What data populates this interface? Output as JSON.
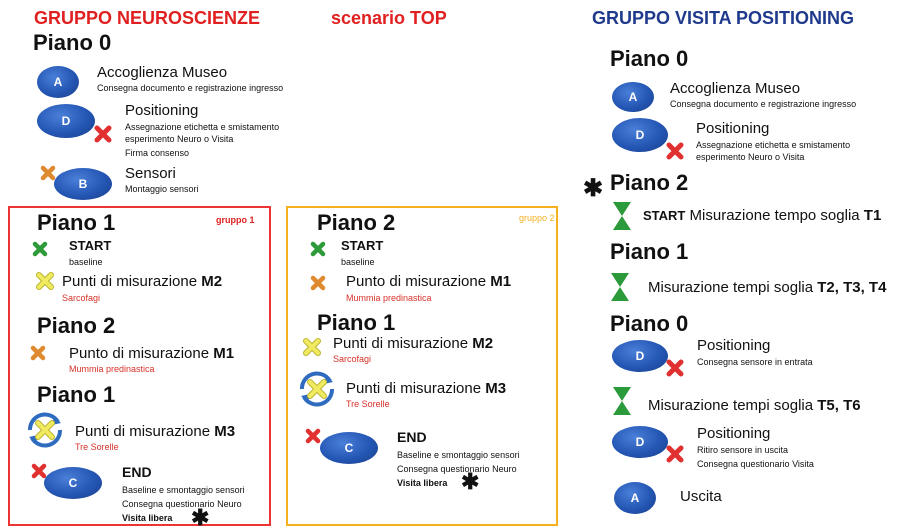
{
  "header": {
    "left_title": "GRUPPO NEUROSCIENZE",
    "center_title": "scenario TOP",
    "right_title": "GRUPPO VISITA POSITIONING"
  },
  "left": {
    "piano0": "Piano 0",
    "a_badge": "A",
    "a_title": "Accoglienza Museo",
    "a_sub": "Consegna documento e registrazione ingresso",
    "d_badge": "D",
    "d_title": "Positioning",
    "d_sub1": "Assegnazione etichetta e smistamento",
    "d_sub2": "esperimento Neuro o Visita",
    "d_sub3": "Firma consenso",
    "b_badge": "B",
    "b_title": "Sensori",
    "b_sub": "Montaggio sensori"
  },
  "group1": {
    "label": "gruppo 1",
    "piano1a": "Piano 1",
    "start": "START",
    "start_sub": "baseline",
    "m2_prefix": "Punti di misurazione ",
    "m2_code": "M2",
    "m2_note": "Sarcofagi",
    "piano2": "Piano 2",
    "m1_prefix": "Punto di misurazione ",
    "m1_code": "M1",
    "m1_note": "Mummia predinastica",
    "piano1b": "Piano 1",
    "m3_prefix": "Punti di misurazione ",
    "m3_code": "M3",
    "m3_note": "Tre Sorelle",
    "c_badge": "C",
    "end": "END",
    "end_sub1": "Baseline e smontaggio sensori",
    "end_sub2": "Consegna questionario Neuro",
    "end_sub3": "Visita libera"
  },
  "group2": {
    "label": "gruppo 2",
    "piano2": "Piano 2",
    "start": "START",
    "start_sub": "baseline",
    "m1_prefix": "Punto di misurazione ",
    "m1_code": "M1",
    "m1_note": "Mummia predinastica",
    "piano1": "Piano 1",
    "m2_prefix": "Punti di misurazione ",
    "m2_code": "M2",
    "m2_note": "Sarcofagi",
    "m3_prefix": "Punti di misurazione ",
    "m3_code": "M3",
    "m3_note": "Tre Sorelle",
    "c_badge": "C",
    "end": "END",
    "end_sub1": "Baseline e smontaggio sensori",
    "end_sub2": "Consegna questionario Neuro",
    "end_sub3": "Visita libera"
  },
  "right": {
    "piano0a": "Piano 0",
    "a_badge": "A",
    "a_title": "Accoglienza Museo",
    "a_sub": "Consegna documento e registrazione ingresso",
    "d_badge": "D",
    "d_title": "Positioning",
    "d_sub1": "Assegnazione etichetta e smistamento",
    "d_sub2": "esperimento Neuro o Visita",
    "piano2": "Piano 2",
    "t1_start": "START",
    "t1_text": " Misurazione tempo soglia ",
    "t1_code": "T1",
    "piano1": "Piano 1",
    "t2_text": "Misurazione tempi soglia ",
    "t2_code": "T2, T3, T4",
    "piano0b": "Piano 0",
    "d2_badge": "D",
    "d2_title": "Positioning",
    "d2_sub": "Consegna sensore in entrata",
    "t5_text": "Misurazione tempi soglia ",
    "t5_code": "T5, T6",
    "d3_badge": "D",
    "d3_title": "Positioning",
    "d3_sub1": "Ritiro sensore in uscita",
    "d3_sub2": "Consegna questionario Visita",
    "a2_badge": "A",
    "exit": "Uscita"
  },
  "colors": {
    "red_x": "#e03030",
    "orange_x": "#e08a30",
    "green_x": "#2f9a3a",
    "yellow_x": "#e8e040",
    "hourglass": "#2a9a3a",
    "badge_blue": "#2456b4"
  }
}
